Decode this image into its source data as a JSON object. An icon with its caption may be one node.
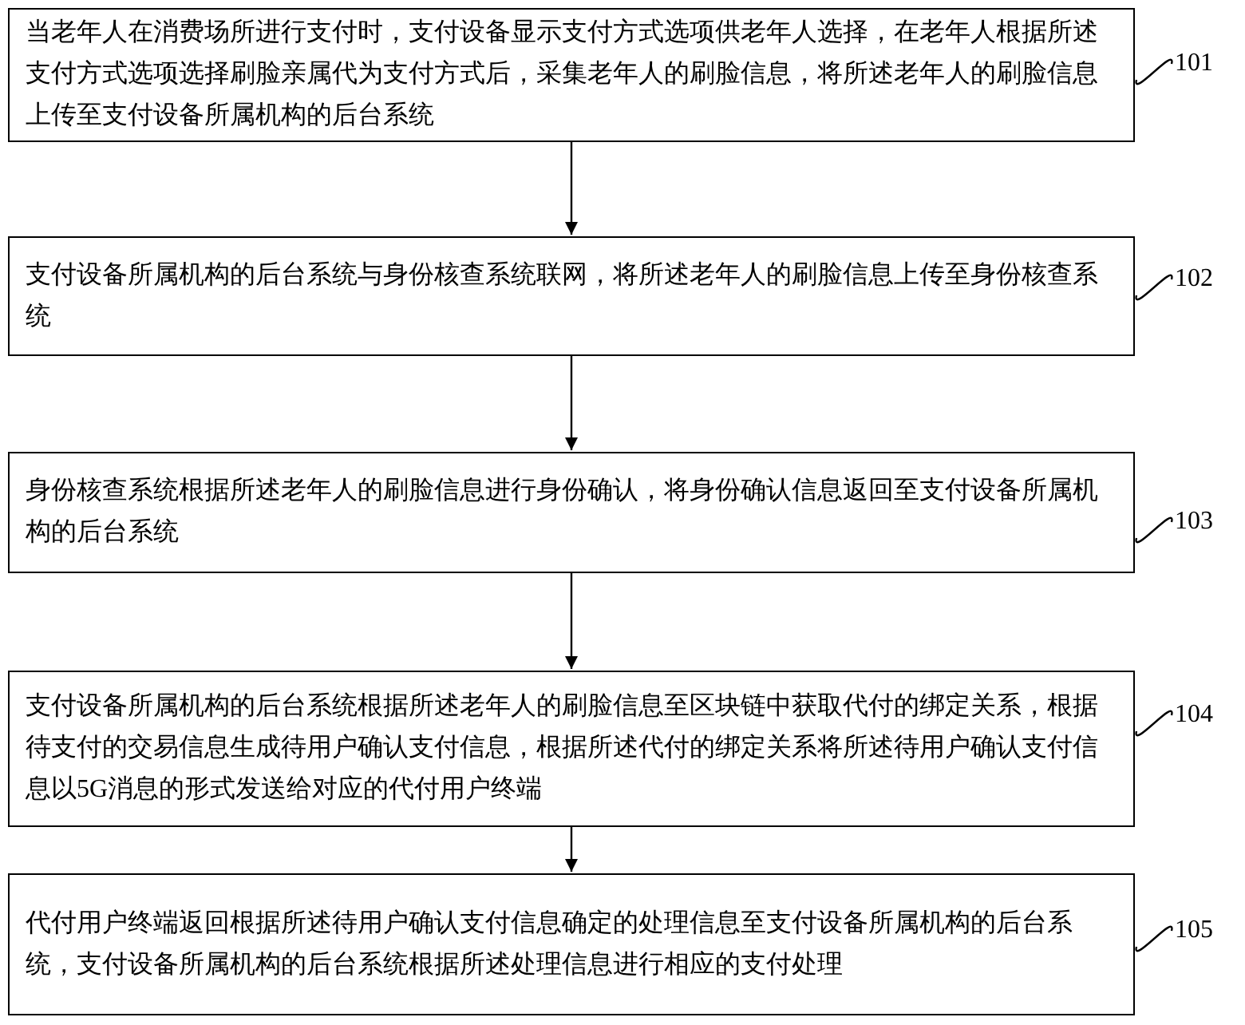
{
  "diagram": {
    "nodes": [
      {
        "text": [
          "当老年人在消费场所进行支付时，支付设备显示支付方式选项供老年人选择，在老年人根据所述支付方式选项选择刷脸亲属代为支付方式后，采集老年人的刷脸信息，将所述老年人的刷脸信息上传至支付设备所属机构的后台系统"
        ]
      },
      {
        "text": [
          "支付设备所属机构的后台系统与身份核查系统联网，将所述老年人的刷脸信息上传至身份核查系统"
        ]
      },
      {
        "text": [
          "身份核查系统根据所述老年人的刷脸信息进行身份确认，将身份确认信息返回至支付设备所属机构的后台系统"
        ]
      },
      {
        "text": [
          "支付设备所属机构的后台系统根据所述老年人的刷脸信息至区块链中获取代付的绑定关系，根据待支付的交易信息生成待用户确认支付信息，根据所述代付的绑定关系将所述待用户确认支付信息以5G消息的形式发送给对应的代付用户终端"
        ]
      },
      {
        "text": [
          "代付用户终端返回根据所述待用户确认支付信息确定的处理信息至支付设备所属机构的后台系统，支付设备所属机构的后台系统根据所述处理信息进行相应的支付处理"
        ]
      },
      {
        "text": [
          "101"
        ]
      },
      {
        "text": [
          "102"
        ]
      },
      {
        "text": [
          "103"
        ]
      },
      {
        "text": [
          "104"
        ]
      },
      {
        "text": [
          "105"
        ]
      }
    ],
    "edges": [
      {
        "from": 0,
        "to": 1,
        "arrow": "to"
      },
      {
        "from": 1,
        "to": 2,
        "arrow": "to"
      },
      {
        "from": 2,
        "to": 3,
        "arrow": "to"
      },
      {
        "from": 3,
        "to": 4,
        "arrow": "to"
      },
      {
        "from": 5,
        "to": 0,
        "arrow": "none"
      },
      {
        "from": 6,
        "to": 1,
        "arrow": "none"
      },
      {
        "from": 7,
        "to": 2,
        "arrow": "none"
      },
      {
        "from": 8,
        "to": 3,
        "arrow": "none"
      },
      {
        "from": 9,
        "to": 4,
        "arrow": "none"
      }
    ]
  }
}
